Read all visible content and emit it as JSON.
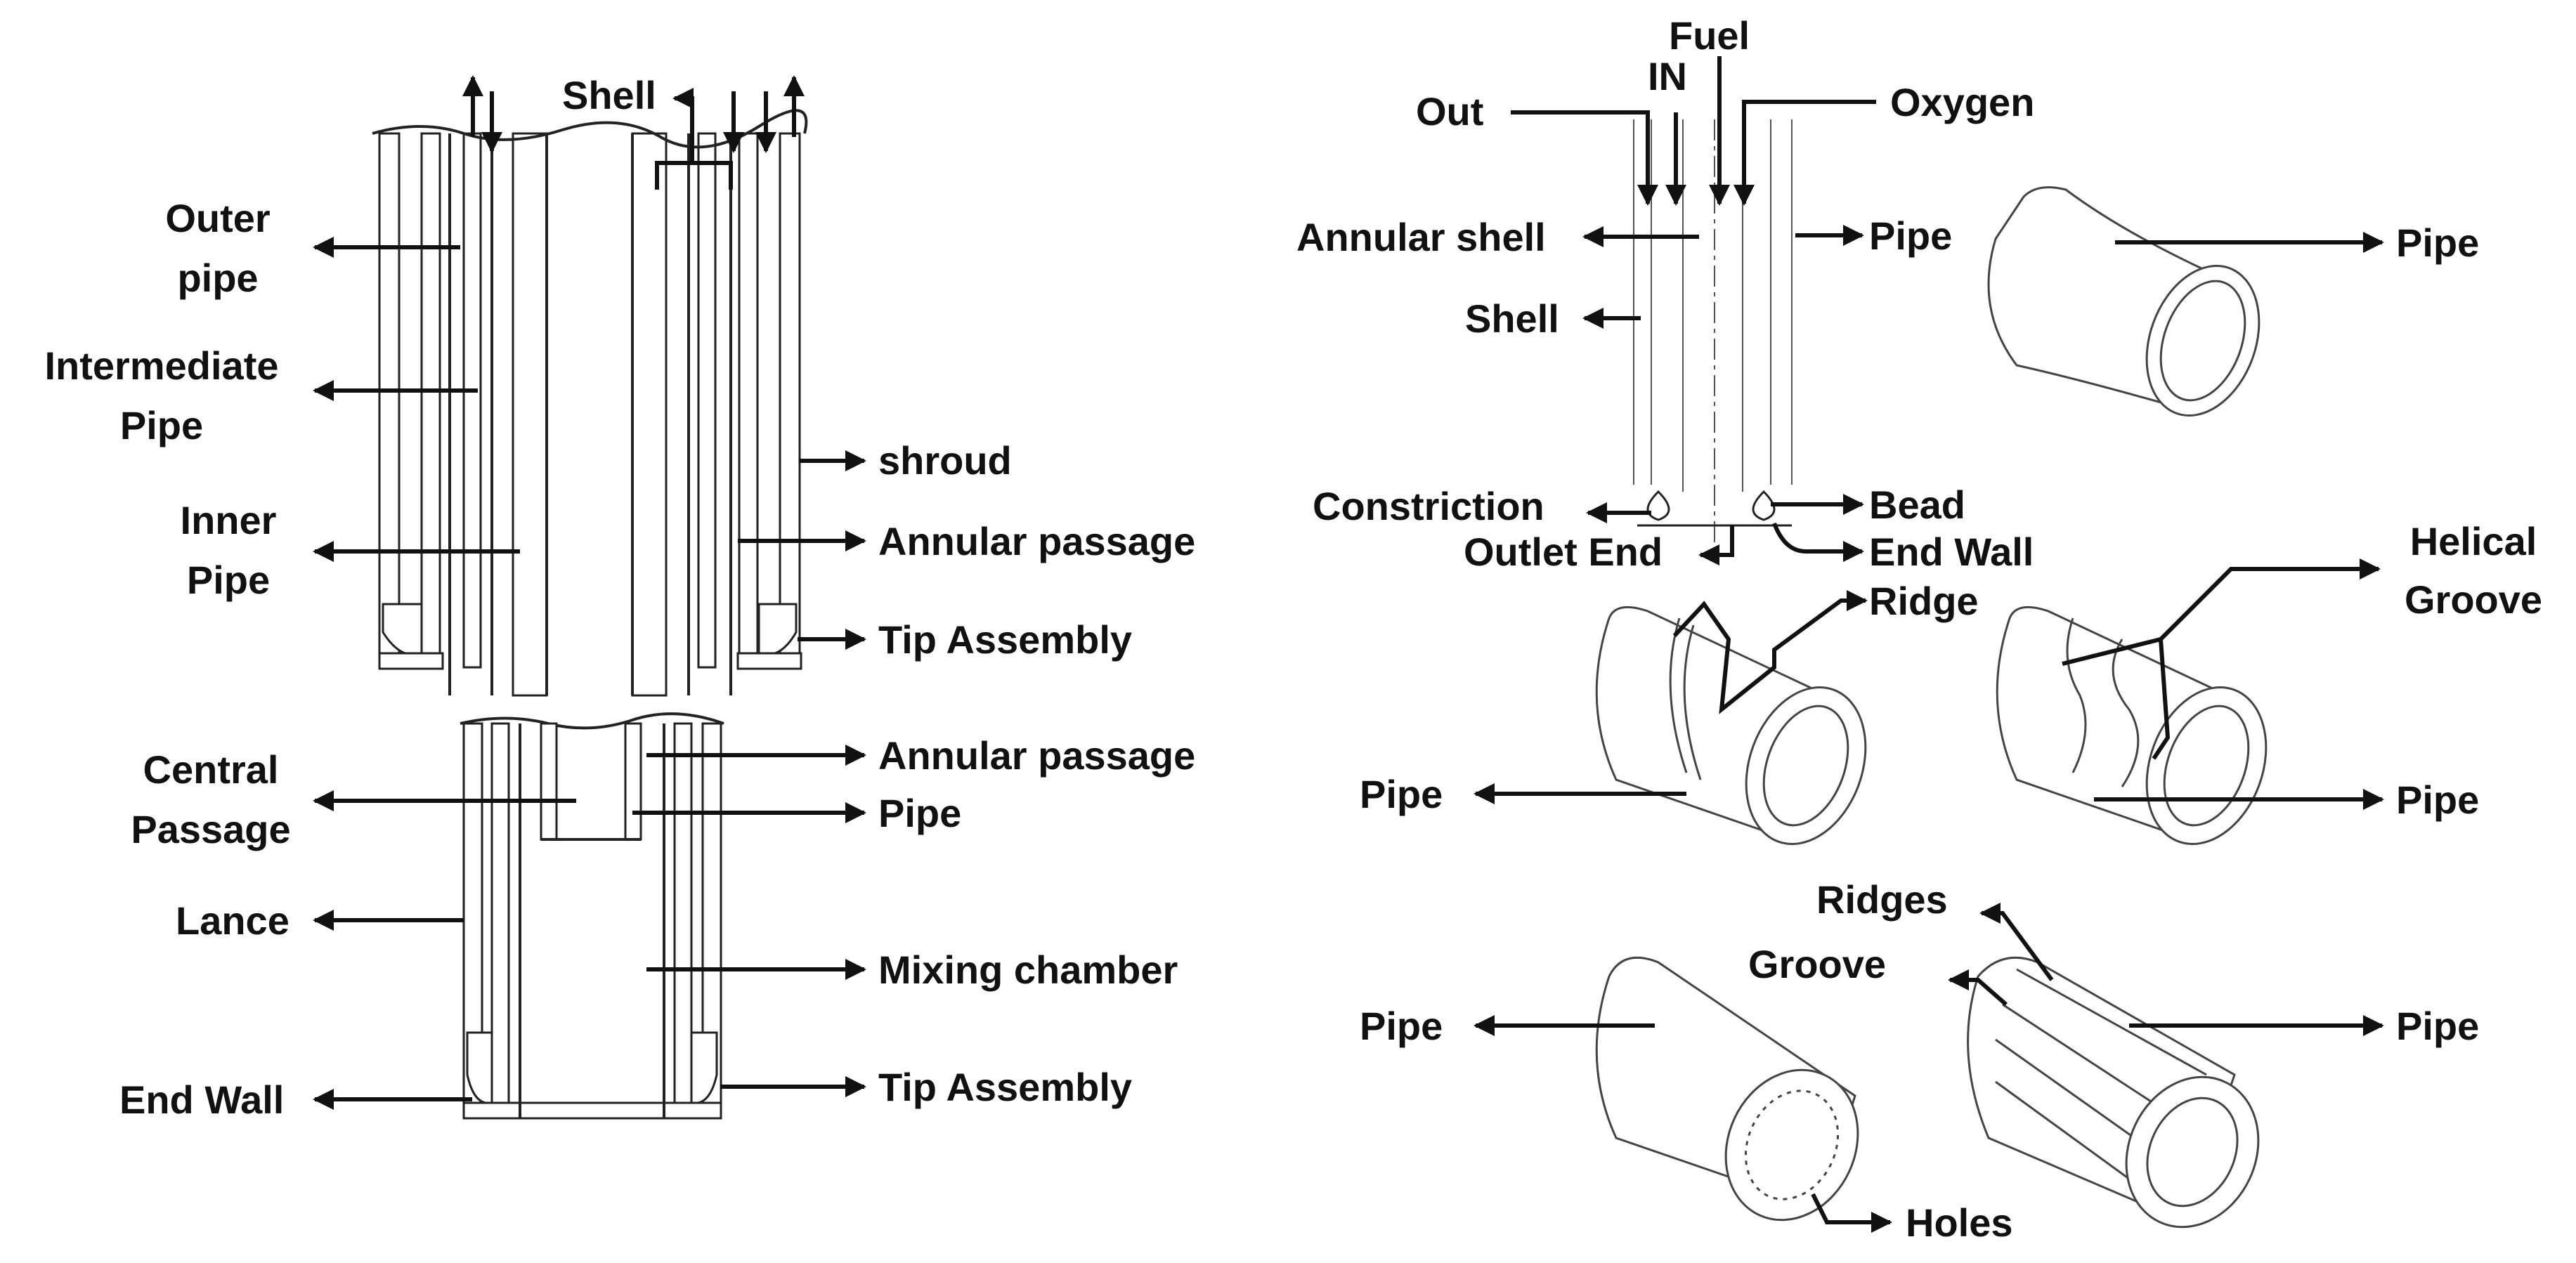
{
  "colors": {
    "ink": "#111111",
    "background": "#ffffff"
  },
  "left_panel": {
    "shell": "Shell",
    "outer_pipe_line1": "Outer",
    "outer_pipe_line2": "pipe",
    "intermediate_pipe_line1": "Intermediate",
    "intermediate_pipe_line2": "Pipe",
    "inner_pipe_line1": "Inner",
    "inner_pipe_line2": "Pipe",
    "shroud": "shroud",
    "annular_passage_top": "Annular passage",
    "tip_assembly_top": "Tip Assembly",
    "central_passage_line1": "Central",
    "central_passage_line2": "Passage",
    "annular_passage_bottom": "Annular passage",
    "pipe": "Pipe",
    "lance": "Lance",
    "mixing_chamber": "Mixing chamber",
    "end_wall": "End Wall",
    "tip_assembly_bottom": "Tip Assembly"
  },
  "right_panel": {
    "fuel": "Fuel",
    "in": "IN",
    "out": "Out",
    "oxygen": "Oxygen",
    "annular_shell": "Annular shell",
    "pipe_lance": "Pipe",
    "pipe_top_right": "Pipe",
    "shell": "Shell",
    "constriction": "Constriction",
    "bead": "Bead",
    "outlet_end": "Outlet End",
    "end_wall": "End Wall",
    "ridge": "Ridge",
    "helical_groove_line1": "Helical",
    "helical_groove_line2": "Groove",
    "pipe_ridge": "Pipe",
    "pipe_helical": "Pipe",
    "ridges": "Ridges",
    "groove": "Groove",
    "pipe_holes": "Pipe",
    "pipe_grooved": "Pipe",
    "holes": "Holes"
  }
}
